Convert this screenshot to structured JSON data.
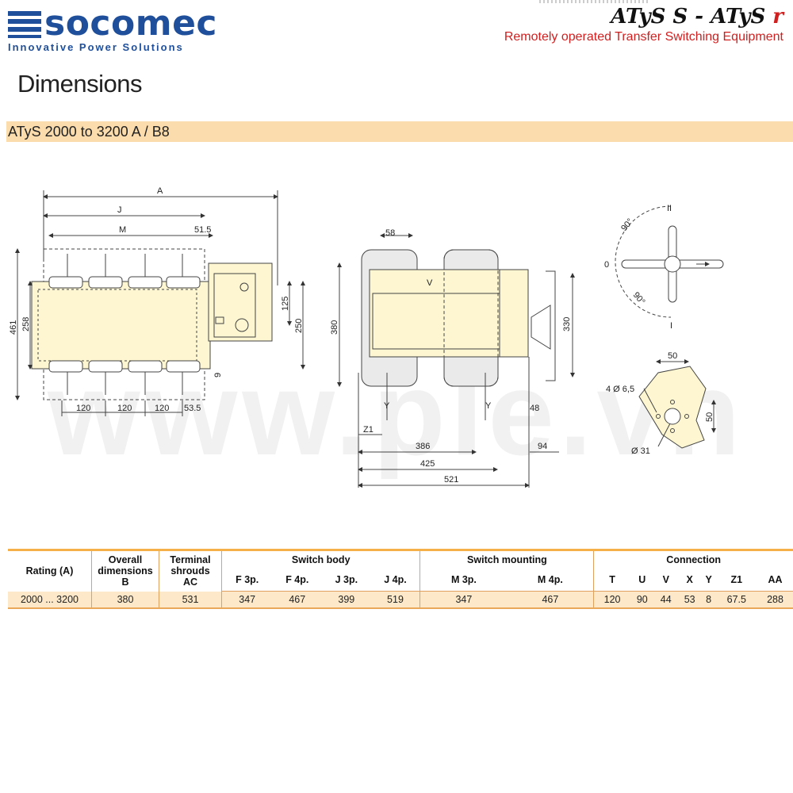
{
  "header": {
    "logo_text": "socomec",
    "logo_tagline": "Innovative Power Solutions",
    "product_title_main": "ATyS S - ATyS",
    "product_title_suffix": "r",
    "product_subtitle": "Remotely operated Transfer Switching Equipment"
  },
  "page_heading": "Dimensions",
  "section_title": "ATyS 2000 to 3200 A / B8",
  "watermark": "www.ple.vn",
  "drawing_labels": {
    "front": {
      "A": "A",
      "J": "J",
      "M": "M",
      "d51_5": "51.5",
      "d461": "461",
      "d258": "258",
      "d125": "125",
      "d250": "250",
      "d9": "9",
      "d120a": "120",
      "d120b": "120",
      "d120c": "120",
      "d53_5": "53.5"
    },
    "side": {
      "d58": "58",
      "V": "V",
      "d380": "380",
      "d330": "330",
      "Y1": "Y",
      "Y2": "Y",
      "d48": "48",
      "Z1": "Z1",
      "d386": "386",
      "d94": "94",
      "d425": "425",
      "d521": "521"
    },
    "handle": {
      "II": "II",
      "O": "0",
      "I": "I",
      "deg1": "90°",
      "deg2": "90°"
    },
    "drilling": {
      "d50a": "50",
      "d50b": "50",
      "holes": "4 Ø 6,5",
      "dia": "Ø 31"
    }
  },
  "table": {
    "group_headers": {
      "rating": "Rating (A)",
      "overall_l1": "Overall",
      "overall_l2": "dimensions",
      "overall_l3": "B",
      "terminal_l1": "Terminal",
      "terminal_l2": "shrouds",
      "terminal_l3": "AC",
      "switch_body": "Switch body",
      "switch_mounting": "Switch mounting",
      "connection": "Connection"
    },
    "sub_headers": [
      "F 3p.",
      "F 4p.",
      "J 3p.",
      "J 4p.",
      "M 3p.",
      "M 4p.",
      "T",
      "U",
      "V",
      "X",
      "Y",
      "Z1",
      "AA"
    ],
    "rows": [
      [
        "2000 ... 3200",
        "380",
        "531",
        "347",
        "467",
        "399",
        "519",
        "347",
        "467",
        "120",
        "90",
        "44",
        "53",
        "8",
        "67.5",
        "288"
      ]
    ]
  },
  "colors": {
    "brand_blue": "#1f4f9a",
    "accent_red": "#d01f1f",
    "band_orange": "#fbdcac",
    "device_yellow": "#fdf6d0"
  }
}
